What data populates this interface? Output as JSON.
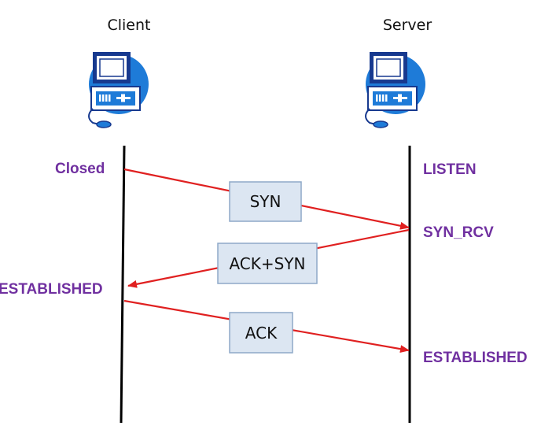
{
  "colors": {
    "state_text": "#7030a0",
    "arrow": "#e02020",
    "computer_blue": "#1e7bd8",
    "computer_dark": "#17398f"
  },
  "hosts": {
    "client": {
      "label": "Client",
      "icon": "computer-icon"
    },
    "server": {
      "label": "Server",
      "icon": "computer-icon"
    }
  },
  "states": {
    "client_closed": "Closed",
    "client_established": "ESTABLISHED",
    "server_listen": "LISTEN",
    "server_syn_rcv": "SYN_RCV",
    "server_established": "ESTABLISHED"
  },
  "messages": {
    "syn": "SYN",
    "ack_syn": "ACK+SYN",
    "ack": "ACK"
  }
}
